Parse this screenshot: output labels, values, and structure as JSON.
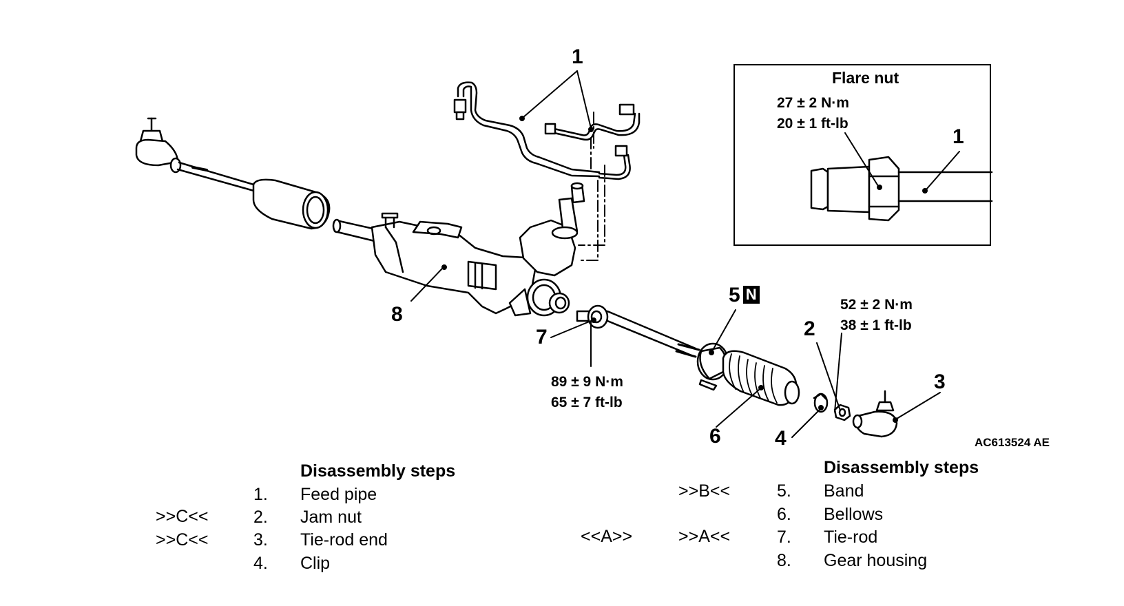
{
  "inset": {
    "title": "Flare nut",
    "torque_nm": "27 ± 2 N·m",
    "torque_ftlb": "20 ± 1 ft-lb",
    "callout": "1"
  },
  "callouts": {
    "c1": "1",
    "c2": "2",
    "c3": "3",
    "c4": "4",
    "c5": "5",
    "c5_badge": "N",
    "c6": "6",
    "c7": "7",
    "c8": "8"
  },
  "specs": {
    "tie_rod_end_nm": "52 ± 2 N·m",
    "tie_rod_end_ftlb": "38 ± 1 ft-lb",
    "tie_rod_nm": "89 ± 9 N·m",
    "tie_rod_ftlb": "65 ± 7 ft-lb"
  },
  "figure_code": "AC613524 AE",
  "steps_left": {
    "heading": "Disassembly steps",
    "items": [
      {
        "ref": "",
        "num": "1.",
        "name": "Feed pipe"
      },
      {
        "ref": ">>C<<",
        "num": "2.",
        "name": "Jam nut"
      },
      {
        "ref": ">>C<<",
        "num": "3.",
        "name": "Tie-rod end"
      },
      {
        "ref": "",
        "num": "4.",
        "name": "Clip"
      }
    ]
  },
  "steps_right": {
    "heading": "Disassembly steps",
    "items": [
      {
        "ref_install": "",
        "ref": ">>B<<",
        "num": "5.",
        "name": "Band"
      },
      {
        "ref_install": "",
        "ref": "",
        "num": "6.",
        "name": "Bellows"
      },
      {
        "ref_install": "<<A>>",
        "ref": ">>A<<",
        "num": "7.",
        "name": "Tie-rod"
      },
      {
        "ref_install": "",
        "ref": "",
        "num": "8.",
        "name": "Gear housing"
      }
    ]
  }
}
